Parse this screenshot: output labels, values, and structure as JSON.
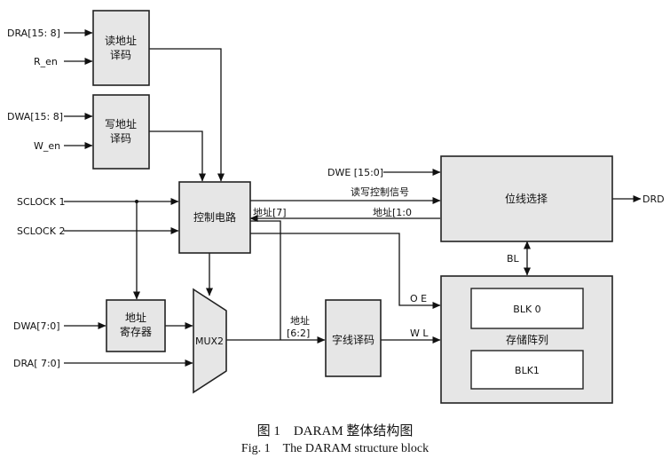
{
  "blocks": {
    "read_decoder": [
      "读地址",
      "译码"
    ],
    "write_decoder": [
      "写地址",
      "译码"
    ],
    "control": "控制电路",
    "addr_reg": [
      "地址",
      "寄存器"
    ],
    "mux": "MUX2",
    "word_decoder": "字线译码",
    "bit_select": "位线选择",
    "storage": "存储阵列",
    "blk0": "BLK 0",
    "blk1": "BLK1"
  },
  "signals": {
    "dra_hi": "DRA[15: 8]",
    "r_en": "R_en",
    "dwa_hi": "DWA[15: 8]",
    "w_en": "W_en",
    "sclock1": "SCLOCK 1",
    "sclock2": "SCLOCK 2",
    "dwa_lo": "DWA[7:0]",
    "dra_lo": "DRA[ 7:0]",
    "dwe": "DWE [15:0]",
    "rw_ctrl": "读写控制信号",
    "addr10": "地址[1:0",
    "addr7": "地址[7]",
    "addr62_a": "地址",
    "addr62_b": "[6:2]",
    "oe": "O E",
    "wl": "W L",
    "bl": "BL",
    "drd": "DRD"
  },
  "caption": {
    "cn_num": "图 1",
    "cn_title": "DARAM 整体结构图",
    "en_num": "Fig. 1",
    "en_title": "The DARAM structure block"
  }
}
